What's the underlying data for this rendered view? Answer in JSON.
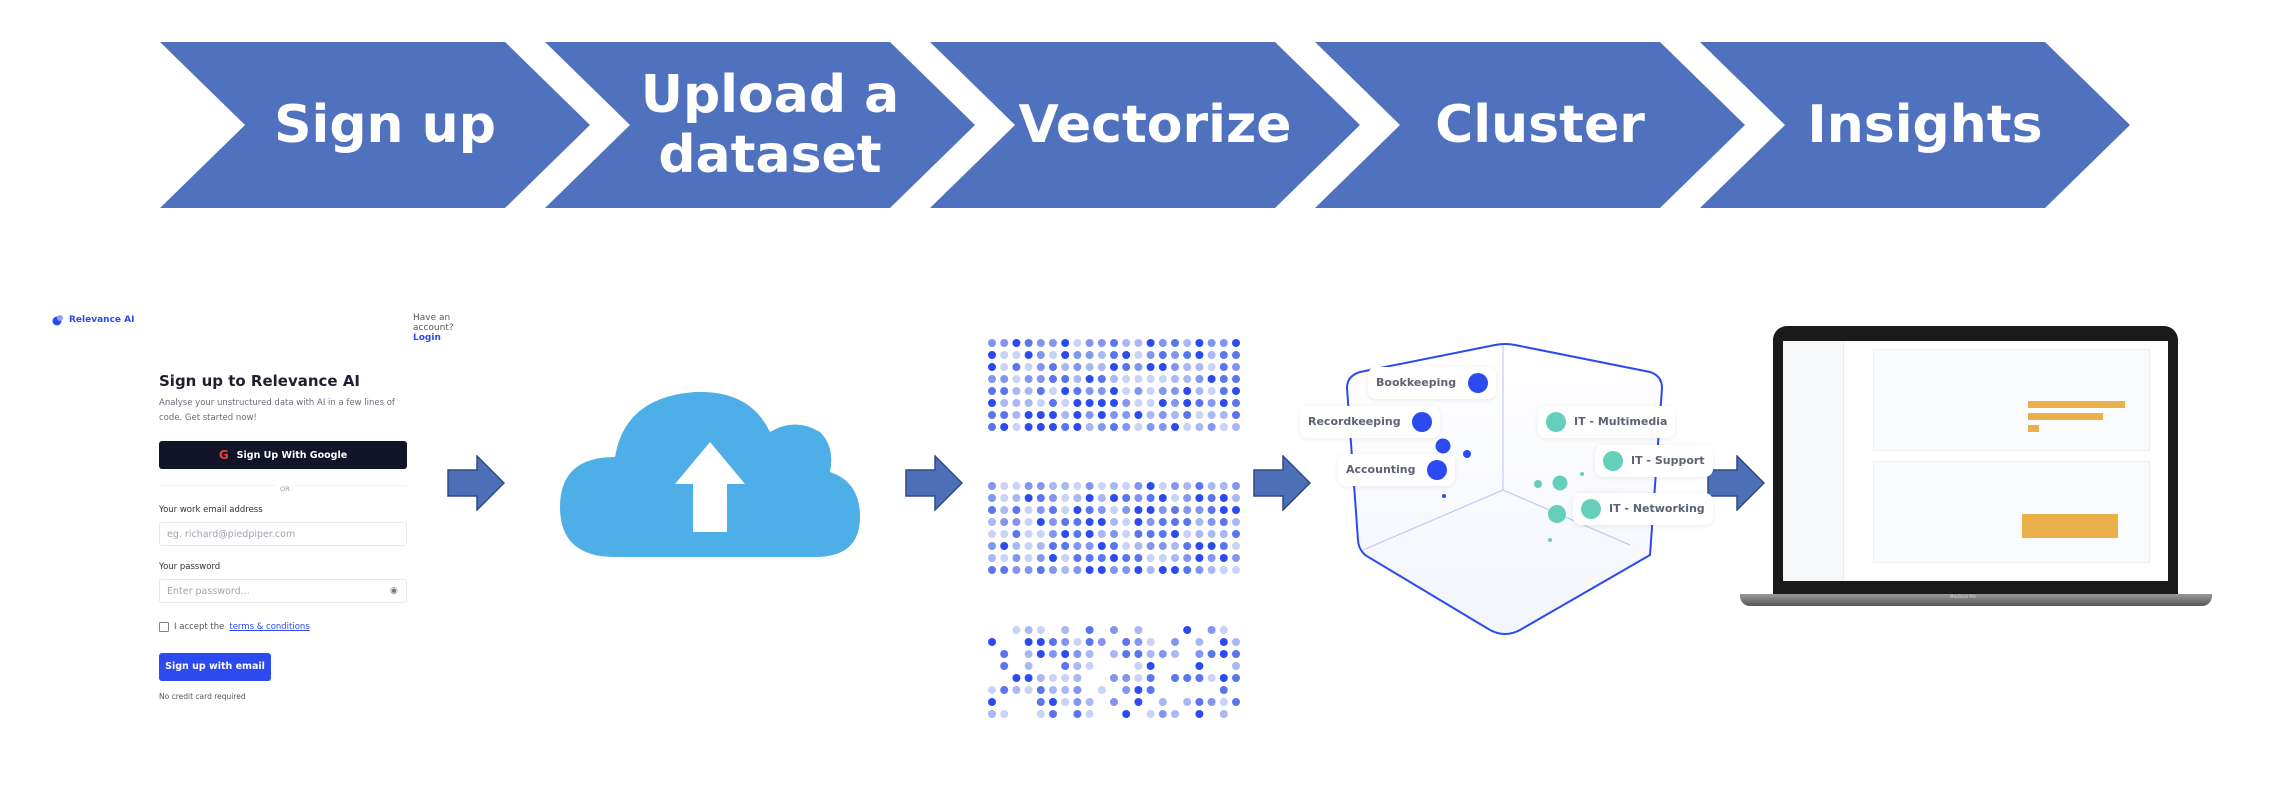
{
  "steps": [
    "Sign up",
    "Upload a dataset",
    "Vectorize",
    "Cluster",
    "Insights"
  ],
  "colors": {
    "chevron": "#5071be",
    "arrow": "#4c6fb8",
    "brand": "#2b4bf0",
    "teal": "#66cfbb",
    "cloud": "#4eaee8",
    "bar": "#ebaf4c"
  },
  "signup": {
    "brand": "Relevance AI",
    "have_account": "Have an account?",
    "login": "Login",
    "title": "Sign up to Relevance AI",
    "subtitle": "Analyse your unstructured data with AI in a few lines of code. Get started now!",
    "google_button": "Sign Up With Google",
    "or": "OR",
    "email_label": "Your work email address",
    "email_placeholder": "eg. richard@piedpiper.com",
    "password_label": "Your password",
    "password_placeholder": "Enter password...",
    "accept_prefix": "I accept the",
    "terms_link": "terms & conditions",
    "submit": "Sign up with email",
    "note": "No credit card required"
  },
  "icons": {
    "upload": "cloud-upload-icon",
    "arrow": "right-arrow-icon",
    "google": "google-icon",
    "eye": "eye-icon"
  },
  "clusters": {
    "blue": [
      "Bookkeeping",
      "Recordkeeping",
      "Accounting"
    ],
    "teal": [
      "IT - Multimedia",
      "IT - Support",
      "IT - Networking"
    ]
  },
  "laptop": {
    "model": "MacBook Pro"
  }
}
